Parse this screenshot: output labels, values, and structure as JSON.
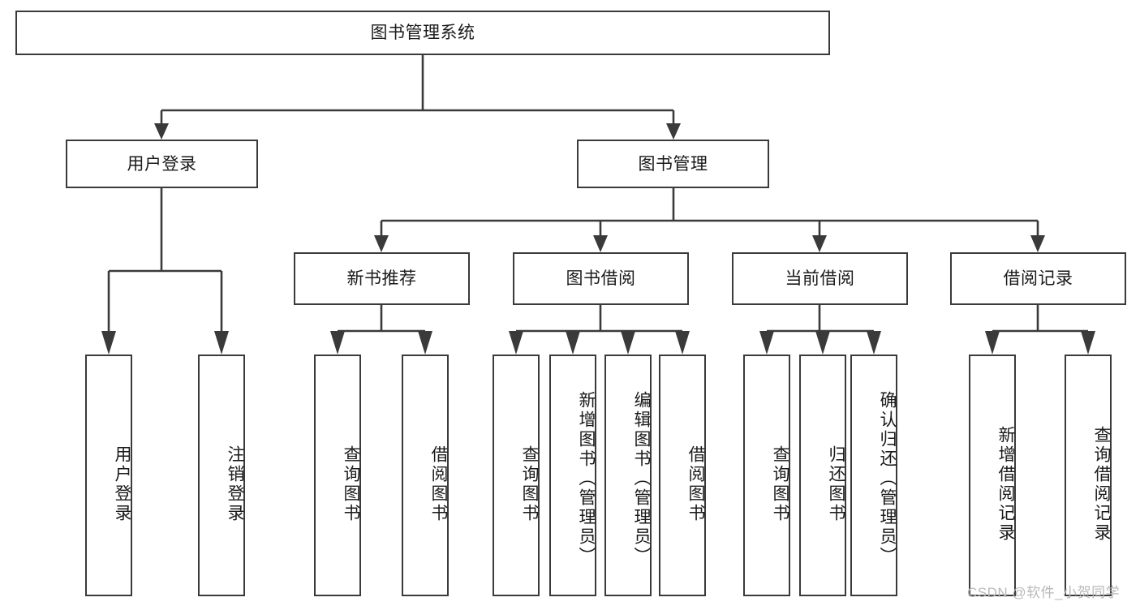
{
  "diagram": {
    "title": "图书管理系统",
    "type": "tree-hierarchy-chart",
    "root": {
      "id": "root",
      "label": "图书管理系统",
      "orientation": "horizontal"
    },
    "level2": [
      {
        "id": "user-login",
        "label": "用户登录",
        "orientation": "horizontal"
      },
      {
        "id": "book-management",
        "label": "图书管理",
        "orientation": "horizontal"
      }
    ],
    "level3": [
      {
        "id": "new-book-recommend",
        "label": "新书推荐",
        "orientation": "horizontal",
        "parent": "book-management"
      },
      {
        "id": "book-borrow",
        "label": "图书借阅",
        "orientation": "horizontal",
        "parent": "book-management"
      },
      {
        "id": "current-borrow",
        "label": "当前借阅",
        "orientation": "horizontal",
        "parent": "book-management"
      },
      {
        "id": "borrow-record",
        "label": "借阅记录",
        "orientation": "horizontal",
        "parent": "book-management"
      }
    ],
    "leaves": [
      {
        "id": "leaf-user-login",
        "label": "用户登录",
        "orientation": "vertical",
        "parent": "user-login"
      },
      {
        "id": "leaf-logout",
        "label": "注销登录",
        "orientation": "vertical",
        "parent": "user-login"
      },
      {
        "id": "leaf-query-book-1",
        "label": "查询图书",
        "orientation": "vertical",
        "parent": "new-book-recommend"
      },
      {
        "id": "leaf-borrow-book-1",
        "label": "借阅图书",
        "orientation": "vertical",
        "parent": "new-book-recommend"
      },
      {
        "id": "leaf-query-book-2",
        "label": "查询图书",
        "orientation": "vertical",
        "parent": "book-borrow"
      },
      {
        "id": "leaf-add-book",
        "label": "新增图书（管理员）",
        "orientation": "vertical",
        "parent": "book-borrow"
      },
      {
        "id": "leaf-edit-book",
        "label": "编辑图书（管理员）",
        "orientation": "vertical",
        "parent": "book-borrow"
      },
      {
        "id": "leaf-borrow-book-2",
        "label": "借阅图书",
        "orientation": "vertical",
        "parent": "book-borrow"
      },
      {
        "id": "leaf-query-book-3",
        "label": "查询图书",
        "orientation": "vertical",
        "parent": "current-borrow"
      },
      {
        "id": "leaf-return-book",
        "label": "归还图书",
        "orientation": "vertical",
        "parent": "current-borrow"
      },
      {
        "id": "leaf-confirm-return",
        "label": "确认归还（管理员）",
        "orientation": "vertical",
        "parent": "current-borrow"
      },
      {
        "id": "leaf-add-record",
        "label": "新增借阅记录",
        "orientation": "vertical",
        "parent": "borrow-record"
      },
      {
        "id": "leaf-query-record",
        "label": "查询借阅记录",
        "orientation": "vertical",
        "parent": "borrow-record"
      }
    ],
    "colors": {
      "stroke": "#3a3a3a",
      "fill": "#ffffff",
      "text": "#1a1a1a",
      "watermark": "#b9b9b9"
    }
  },
  "watermark": {
    "text": "CSDN @软件_小贺同学"
  }
}
